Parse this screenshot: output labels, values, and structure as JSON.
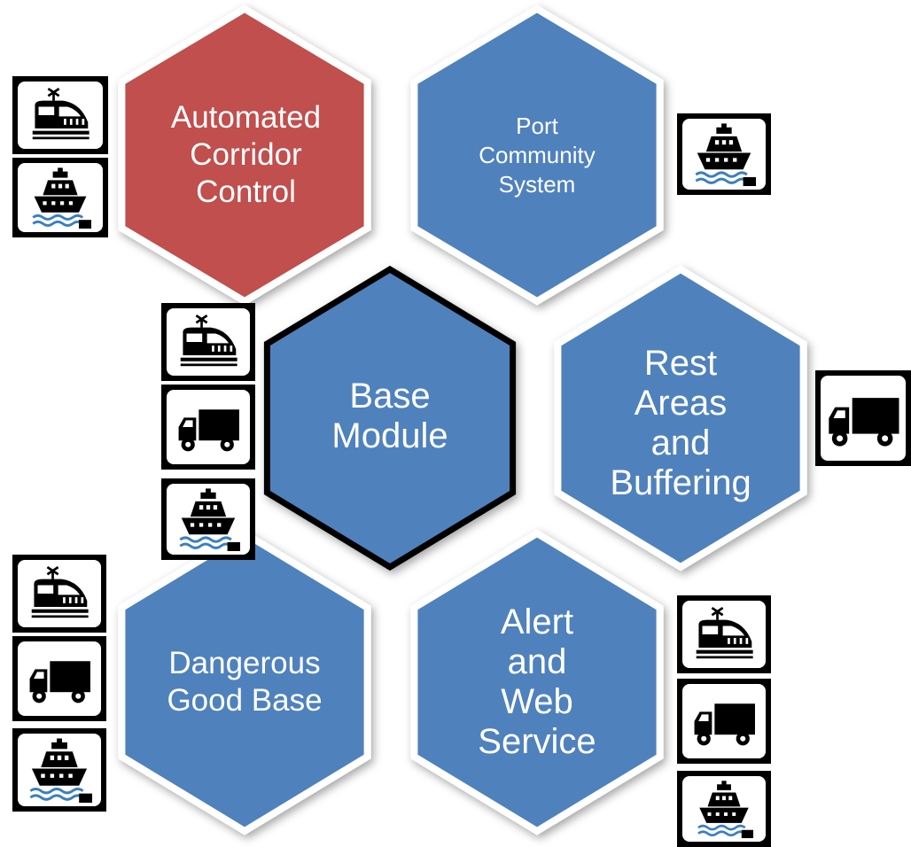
{
  "colors": {
    "blue": "#4F81BD",
    "red": "#C0504D",
    "hex_border": "#FFFFFF",
    "center_border": "#000000",
    "text": "#FFFFFF",
    "icon_frame": "#000000",
    "icon_bg": "#FFFFFF",
    "water": "#3A7FC1"
  },
  "modules": [
    {
      "id": "automated-corridor-control",
      "label": "Automated\nCorridor\nControl",
      "fill": "red",
      "icons": [
        "train-icon",
        "ship-icon"
      ]
    },
    {
      "id": "port-community-system",
      "label": "Port\nCommunity\nSystem",
      "fill": "blue",
      "icons": [
        "ship-icon"
      ]
    },
    {
      "id": "base-module",
      "label": "Base\nModule",
      "fill": "blue",
      "center": true,
      "icons": [
        "train-icon",
        "truck-icon",
        "ship-icon"
      ]
    },
    {
      "id": "rest-areas-and-buffering",
      "label": "Rest\nAreas\nand\nBuffering",
      "fill": "blue",
      "icons": [
        "truck-icon"
      ]
    },
    {
      "id": "dangerous-good-base",
      "label": "Dangerous\nGood Base",
      "fill": "blue",
      "icons": [
        "train-icon",
        "truck-icon",
        "ship-icon"
      ]
    },
    {
      "id": "alert-and-web-service",
      "label": "Alert\nand\nWeb\nService",
      "fill": "blue",
      "icons": [
        "train-icon",
        "truck-icon",
        "ship-icon"
      ]
    }
  ]
}
